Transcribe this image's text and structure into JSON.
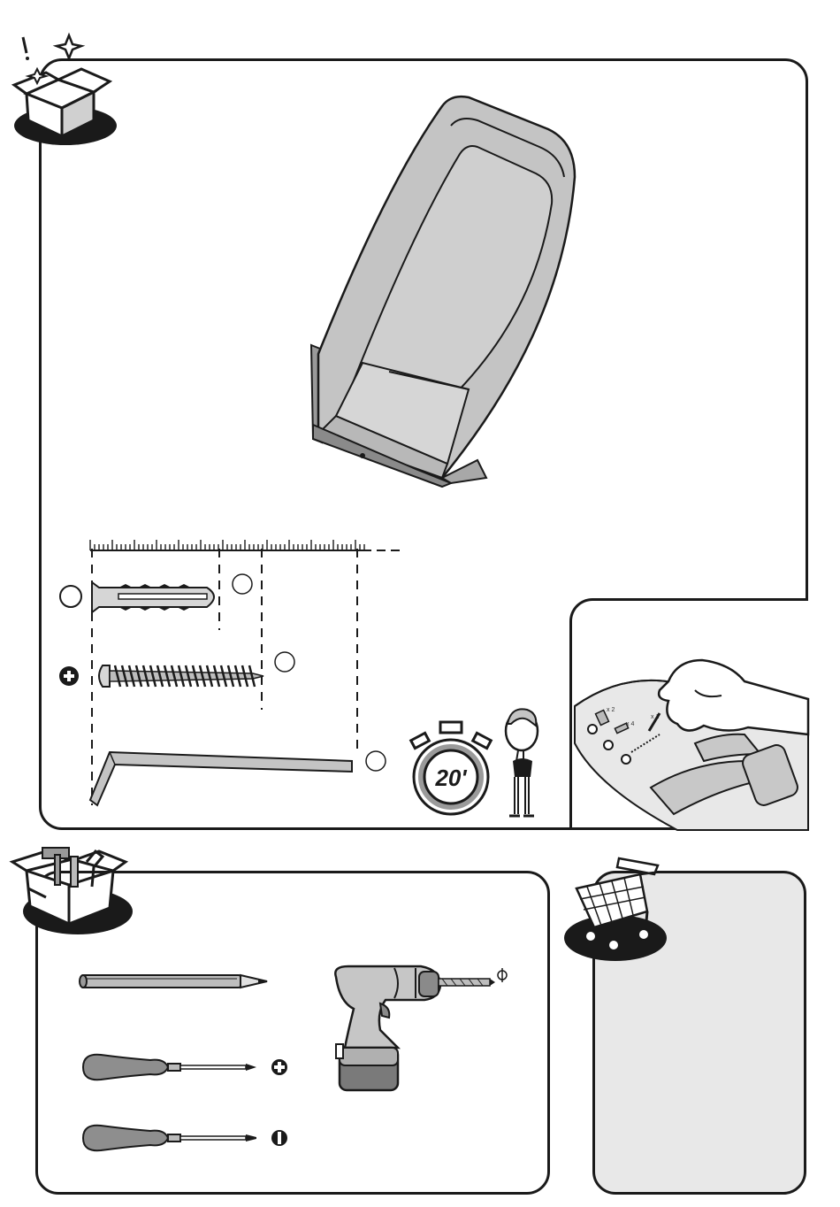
{
  "assembly": {
    "time": "20'",
    "parts": [
      {
        "name": "wall-plug",
        "qty": ""
      },
      {
        "name": "cross-head-screw",
        "qty": ""
      },
      {
        "name": "allen-key",
        "qty": ""
      }
    ],
    "hint_qty_labels": [
      "x 2",
      "x 4",
      "x 1"
    ]
  },
  "colors": {
    "line": "#1a1a1a",
    "part_grey": "#c8c8c8",
    "dark_grey": "#8a8a8a",
    "panel_grey": "#e8e8e8"
  }
}
